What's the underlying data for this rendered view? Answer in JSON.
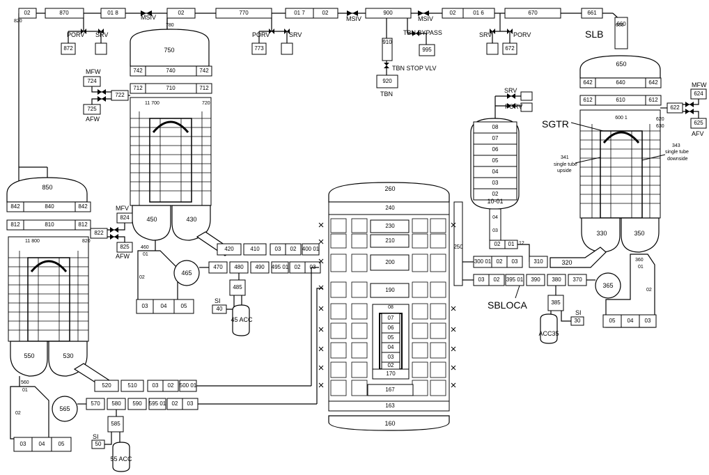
{
  "diagram": {
    "components": [
      {
        "id": "c02a",
        "label": "02"
      },
      {
        "id": "c870",
        "label": "870"
      },
      {
        "id": "c01a",
        "label": "01 8"
      },
      {
        "id": "c02b",
        "label": "02"
      },
      {
        "id": "c770",
        "label": "770"
      },
      {
        "id": "c01b",
        "label": "01 7"
      },
      {
        "id": "c02c",
        "label": "02"
      },
      {
        "id": "c900",
        "label": "900"
      },
      {
        "id": "c02d",
        "label": "02"
      },
      {
        "id": "c01c",
        "label": "01 6"
      },
      {
        "id": "c670",
        "label": "670"
      },
      {
        "id": "c661",
        "label": "661"
      },
      {
        "id": "c872",
        "label": "872"
      },
      {
        "id": "c773",
        "label": "773"
      },
      {
        "id": "c672",
        "label": "672"
      },
      {
        "id": "c995",
        "label": "995"
      },
      {
        "id": "c910",
        "label": "910"
      },
      {
        "id": "c920",
        "label": "920"
      },
      {
        "id": "c660",
        "label": "660"
      },
      {
        "id": "c742",
        "label": "742"
      },
      {
        "id": "c740",
        "label": "740"
      },
      {
        "id": "c742b",
        "label": "742"
      },
      {
        "id": "c712",
        "label": "712"
      },
      {
        "id": "c710",
        "label": "710"
      },
      {
        "id": "c712b",
        "label": "712"
      },
      {
        "id": "c724",
        "label": "724"
      },
      {
        "id": "c722",
        "label": "722"
      },
      {
        "id": "c725",
        "label": "725"
      },
      {
        "id": "c642",
        "label": "642"
      },
      {
        "id": "c640",
        "label": "640"
      },
      {
        "id": "c642b",
        "label": "642"
      },
      {
        "id": "c612",
        "label": "612"
      },
      {
        "id": "c610",
        "label": "610"
      },
      {
        "id": "c612b",
        "label": "612"
      },
      {
        "id": "c624",
        "label": "624"
      },
      {
        "id": "c622",
        "label": "622"
      },
      {
        "id": "c625",
        "label": "625"
      },
      {
        "id": "c842",
        "label": "842"
      },
      {
        "id": "c840",
        "label": "840"
      },
      {
        "id": "c842b",
        "label": "842"
      },
      {
        "id": "c812",
        "label": "812"
      },
      {
        "id": "c810",
        "label": "810"
      },
      {
        "id": "c812b",
        "label": "812"
      },
      {
        "id": "c824",
        "label": "824"
      },
      {
        "id": "c822",
        "label": "822"
      },
      {
        "id": "c825",
        "label": "825"
      },
      {
        "id": "c420",
        "label": "420"
      },
      {
        "id": "c410",
        "label": "410"
      },
      {
        "id": "c400",
        "label": "400 01"
      },
      {
        "id": "c470",
        "label": "470"
      },
      {
        "id": "c480",
        "label": "480"
      },
      {
        "id": "c490",
        "label": "490"
      },
      {
        "id": "c495",
        "label": "495 01"
      },
      {
        "id": "c485",
        "label": "485"
      },
      {
        "id": "c40",
        "label": "40"
      },
      {
        "id": "c520",
        "label": "520"
      },
      {
        "id": "c510",
        "label": "510"
      },
      {
        "id": "c500",
        "label": "500 01"
      },
      {
        "id": "c570",
        "label": "570"
      },
      {
        "id": "c580",
        "label": "580"
      },
      {
        "id": "c590",
        "label": "590"
      },
      {
        "id": "c595",
        "label": "595 01"
      },
      {
        "id": "c585",
        "label": "585"
      },
      {
        "id": "c50",
        "label": "50"
      },
      {
        "id": "c300",
        "label": "300 01"
      },
      {
        "id": "c310",
        "label": "310"
      },
      {
        "id": "c320",
        "label": "320"
      },
      {
        "id": "c395",
        "label": "395 01"
      },
      {
        "id": "c390",
        "label": "390"
      },
      {
        "id": "c380",
        "label": "380"
      },
      {
        "id": "c370",
        "label": "370"
      },
      {
        "id": "c385",
        "label": "385"
      },
      {
        "id": "c30",
        "label": "30"
      },
      {
        "id": "c240",
        "label": "240"
      },
      {
        "id": "c230",
        "label": "230"
      },
      {
        "id": "c210",
        "label": "210"
      },
      {
        "id": "c200",
        "label": "200"
      },
      {
        "id": "c190",
        "label": "190"
      },
      {
        "id": "c170",
        "label": "170"
      },
      {
        "id": "c167",
        "label": "167"
      },
      {
        "id": "c163",
        "label": "163"
      },
      {
        "id": "c250",
        "label": "250"
      }
    ],
    "vessels": {
      "sg800_top": "850",
      "sg700_top": "750",
      "sg600_top": "650",
      "pzr": "10-01",
      "rv_top": "260",
      "rv_bottom": "160",
      "sg8_plenum_in": "550",
      "sg8_plenum_out": "530",
      "sg7_plenum_in": "450",
      "sg7_plenum_out": "430",
      "sg6_plenum_in": "330",
      "sg6_plenum_out": "350",
      "pump465": "465",
      "pump565": "565",
      "pump365": "365",
      "acc45": "45 ACC",
      "acc55": "55 ACC",
      "acc35": "ACC35"
    },
    "pzr_cells": [
      "08",
      "07",
      "06",
      "05",
      "04",
      "03",
      "02"
    ],
    "core_cells": [
      "08",
      "07",
      "06",
      "05",
      "04",
      "03",
      "02"
    ],
    "labels": {
      "msiv1": "MSIV",
      "msiv2": "MSIV",
      "msiv3": "MSIV",
      "porv1": "PORV",
      "srv1": "SRV",
      "porv2": "PORV",
      "srv2": "SRV",
      "srv3": "SRV",
      "porv3": "PORV",
      "tbn_bypass": "TBN  BYPASS",
      "tbn_stop": "TBN STOP VLV",
      "tbn": "TBN",
      "slb": "SLB",
      "sgtr": "SGTR",
      "sbloca": "SBLOCA",
      "mfw7": "MFW",
      "afw7": "AFW",
      "mfw6": "MFW",
      "afw6": "AFV",
      "mfw8": "MFV",
      "afw8": "AFW",
      "srv_pzr": "SRV",
      "porv_pzr": "PORV",
      "si4": "SI",
      "si5": "SI",
      "si3": "SI",
      "sg8_700": "11  700",
      "sg8_800": "11  800",
      "sg6_600": "600  1",
      "t341": "341",
      "t341b": "single tube",
      "t341c": "upside",
      "t343": "343",
      "t343b": "single tube",
      "t343c": "downside",
      "sg7_s1": "03",
      "sg7_s2": "04",
      "sg7_s3": "05",
      "sg8_s1": "03",
      "sg8_s2": "04",
      "sg8_s3": "05",
      "sg6_s1": "05",
      "sg6_s2": "04",
      "sg6_s3": "03",
      "leg460": "460",
      "leg460b": "01",
      "leg460c": "02",
      "leg560": "560",
      "leg560b": "01",
      "leg560c": "02",
      "leg360": "360",
      "leg360b": "01",
      "leg360c": "02",
      "l03a": "03",
      "l02a": "02",
      "l03b": "03",
      "l02b": "02",
      "l03c": "03",
      "l02c": "02",
      "l03d": "03",
      "l02d": "02",
      "l03e": "03",
      "l02e": "02",
      "l01_800": "01",
      "l820": "820",
      "l660b": "660",
      "l720": "720",
      "l620": "620",
      "l630": "630",
      "l780": "780",
      "l01_780": "01",
      "l820b": "820",
      "c02pzr": "02",
      "c01pzr": "01",
      "c03pzr": "03",
      "c04pzr": "04",
      "c12pzr": "12"
    }
  }
}
